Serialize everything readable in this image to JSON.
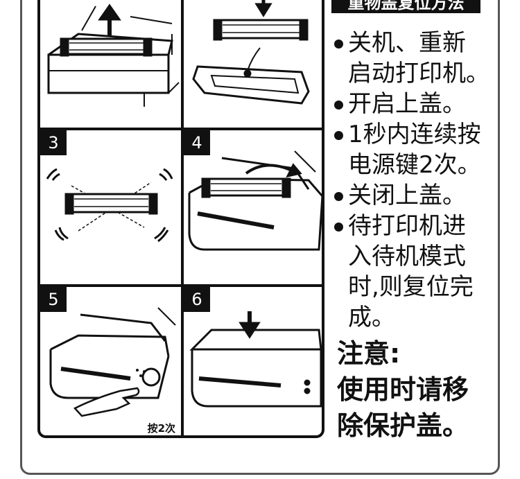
{
  "title": "重物盖复位方法",
  "panels": [
    {
      "number": "",
      "icon": "lift-cover-icon"
    },
    {
      "number": "",
      "icon": "insert-cover-icon"
    },
    {
      "number": "3",
      "icon": "shake-cover-icon"
    },
    {
      "number": "4",
      "icon": "place-cover-icon"
    },
    {
      "number": "5",
      "icon": "press-power-icon",
      "caption": "按2次"
    },
    {
      "number": "6",
      "icon": "close-lid-icon"
    }
  ],
  "steps": [
    {
      "line1": "关机、重新",
      "line2": "启动打印机。"
    },
    {
      "line1": "开启上盖。"
    },
    {
      "line1": "1秒内连续按",
      "line2": "电源键2次。"
    },
    {
      "line1": "关闭上盖。"
    },
    {
      "line1": "待打印机进",
      "line2": "入待机模式",
      "line3": "时,则复位完",
      "line4": "成。"
    }
  ],
  "note": {
    "line1": "注意:",
    "line2": "使用时请移",
    "line3": "除保护盖。"
  }
}
